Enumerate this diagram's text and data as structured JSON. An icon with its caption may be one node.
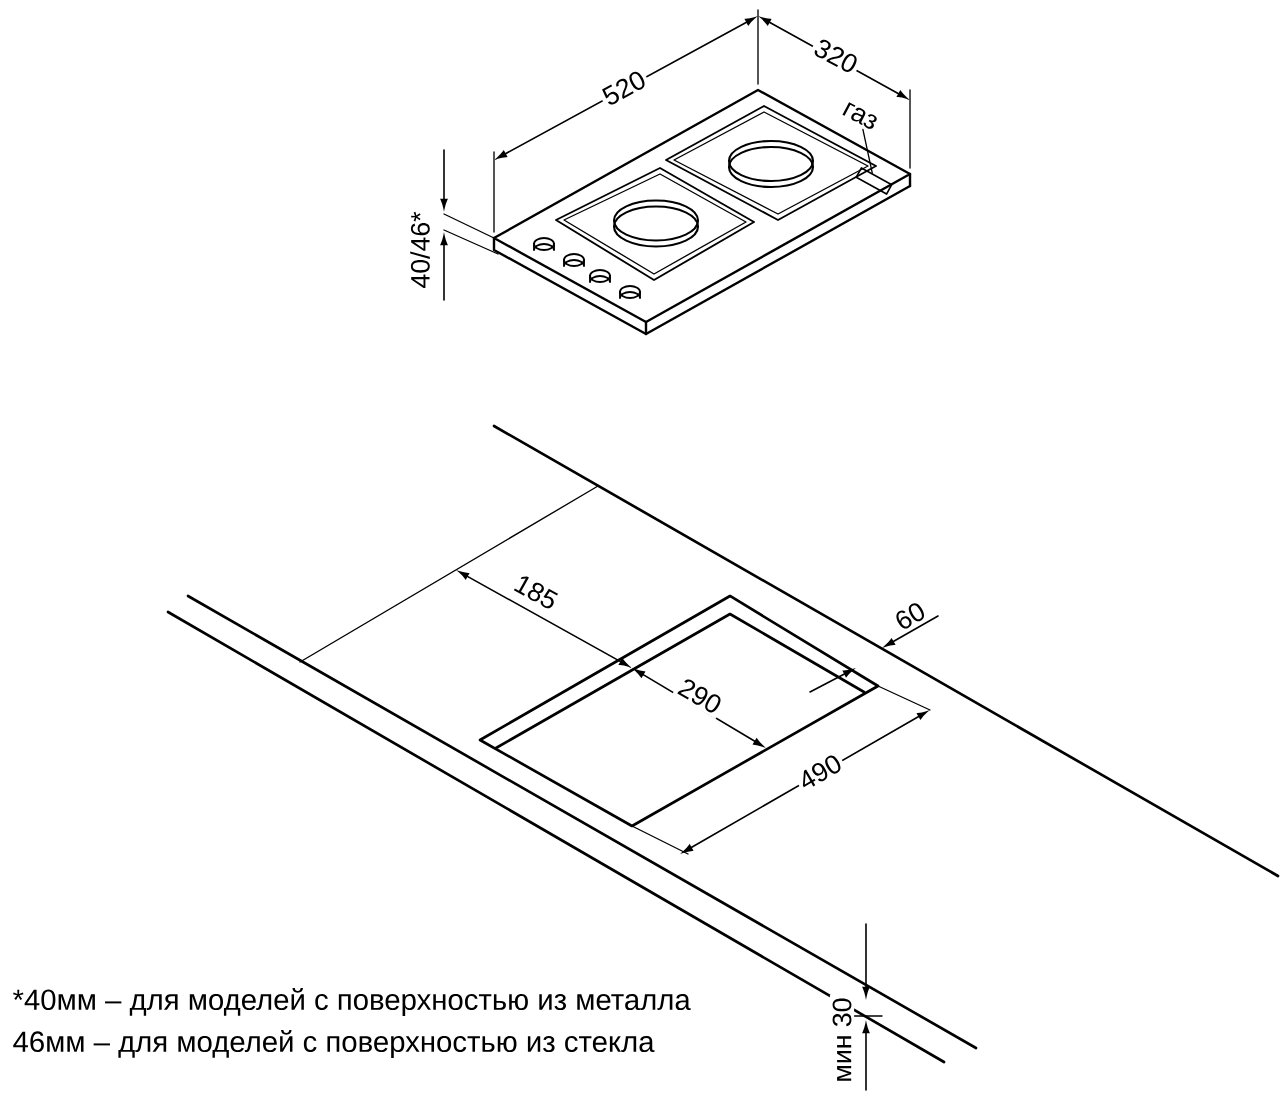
{
  "diagram": {
    "nodes": [
      {
        "text": [
          "газ"
        ]
      },
      {
        "text": [],
        "shape": "box"
      }
    ],
    "edges": [
      {
        "from": 0,
        "to": 1,
        "arrow": "none"
      }
    ],
    "labels": [
      "520",
      "320",
      "40/46*",
      "185",
      "60",
      "290",
      "490",
      "мин 30",
      "*40мм – для моделей с поверхностью из металла",
      "46мм – для моделей с поверхностью из стекла"
    ]
  }
}
